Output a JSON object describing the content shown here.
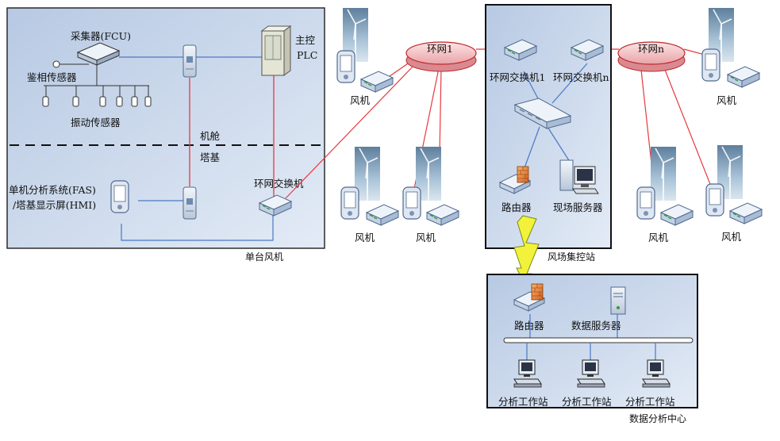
{
  "turbine_box": {
    "caption": "单台风机",
    "fcu": "采集器(FCU)",
    "phase_sensor": "鉴相传感器",
    "vibration_sensor": "振动传感器",
    "main_plc_line1": "主控",
    "main_plc_line2": "PLC",
    "nacelle": "机舱",
    "tower_base": "塔基",
    "fas_line1": "单机分析系统(FAS)",
    "fas_line2": "/塔基显示屏(HMI)",
    "ring_switch": "环网交换机"
  },
  "rings": {
    "ring1": "环网1",
    "ringn": "环网n"
  },
  "turbines": {
    "t1": "风机",
    "t2": "风机",
    "t3": "风机",
    "t4": "风机",
    "t5": "风机",
    "t6": "风机"
  },
  "control_station": {
    "caption": "风场集控站",
    "switch1": "环网交换机1",
    "switchn": "环网交换机n",
    "router": "路由器",
    "server": "现场服务器"
  },
  "analysis_center": {
    "caption": "数据分析中心",
    "router": "路由器",
    "data_server": "数据服务器",
    "ws1": "分析工作站",
    "ws2": "分析工作站",
    "ws3": "分析工作站"
  },
  "colors": {
    "box_fill": "#c9d7ea",
    "red_line": "#e8383d",
    "blue_line": "#4a78c6",
    "ring_fill": "#f3c6c8"
  }
}
